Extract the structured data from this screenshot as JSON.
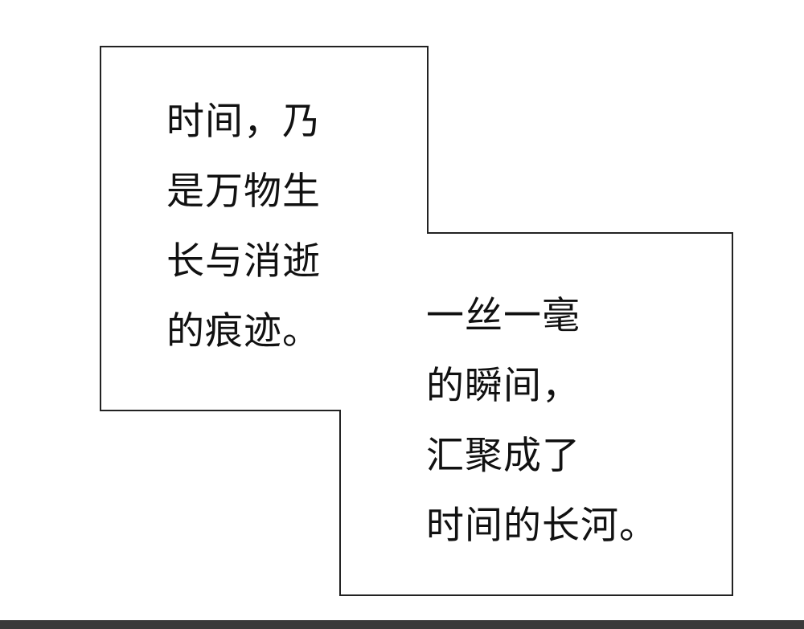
{
  "caption_box_1": {
    "lines": [
      "时间，乃",
      "是万物生",
      "长与消逝",
      "的痕迹。"
    ]
  },
  "caption_box_2": {
    "lines": [
      "一丝一毫",
      "的瞬间，",
      "汇聚成了",
      "时间的长河。"
    ]
  },
  "colors": {
    "background": "#ffffff",
    "border": "#222222",
    "text": "#111111",
    "bottom_strip": "#3a3a3a"
  }
}
